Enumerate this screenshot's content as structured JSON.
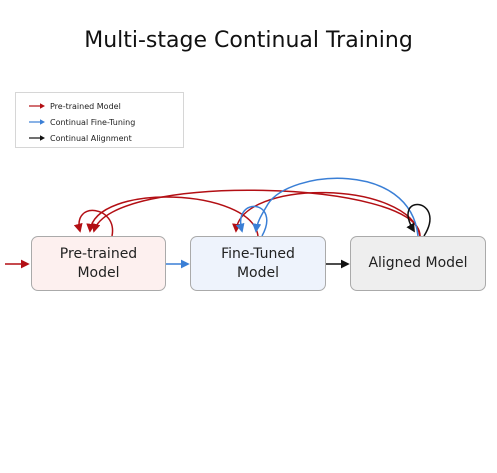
{
  "title": "Multi-stage Continual Training",
  "legend": {
    "items": [
      {
        "label": "Pre-trained Model",
        "color": "#b30f14"
      },
      {
        "label": "Continual Fine-Tuning",
        "color": "#3a7fd6"
      },
      {
        "label": "Continual Alignment",
        "color": "#111111"
      }
    ]
  },
  "nodes": {
    "pretrained": {
      "label": "Pre-trained\nModel",
      "fill": "#fdf0ef"
    },
    "finetuned": {
      "label": "Fine-Tuned\nModel",
      "fill": "#eef3fc"
    },
    "aligned": {
      "label": "Aligned Model",
      "fill": "#eeeeee"
    }
  },
  "colors": {
    "red": "#b30f14",
    "blue": "#3a7fd6",
    "black": "#111111"
  }
}
